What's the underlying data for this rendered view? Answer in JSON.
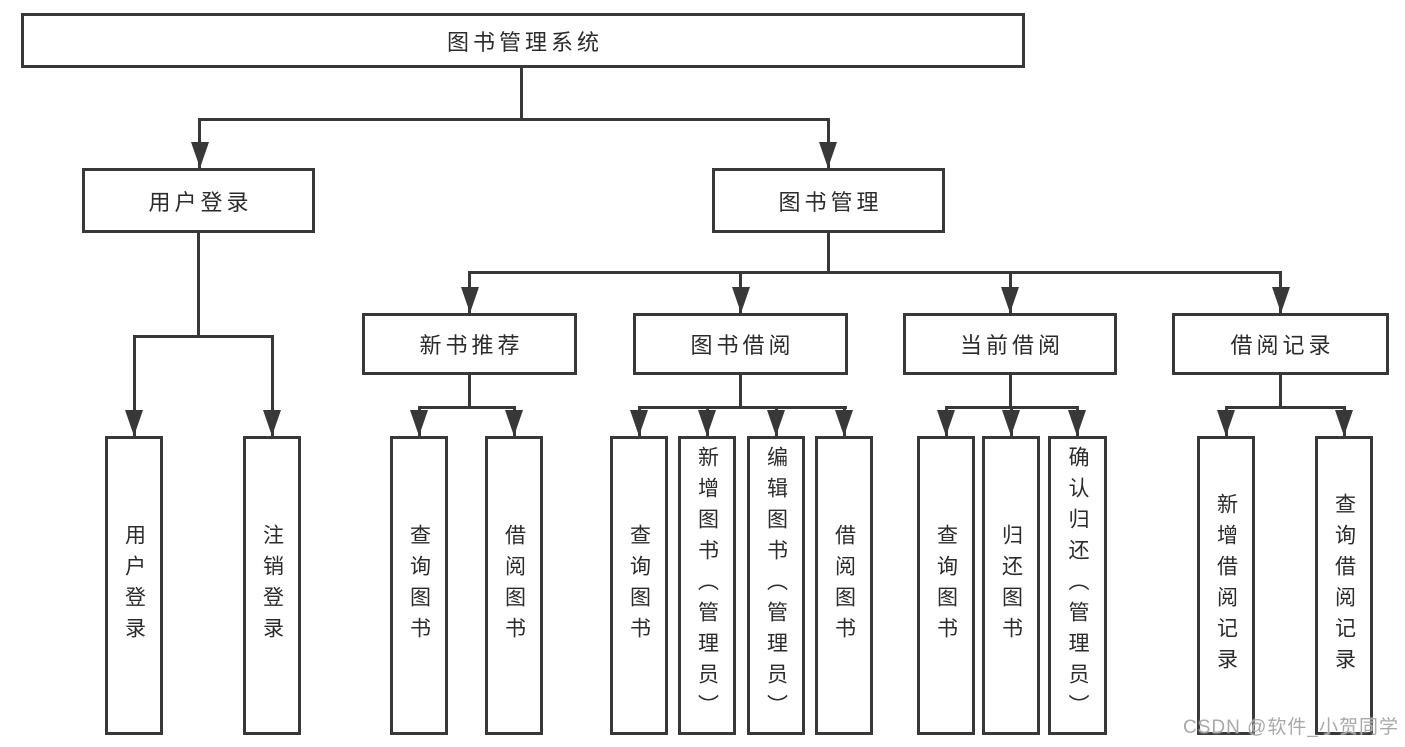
{
  "colors": {
    "line": "#383838",
    "box_border": "#383838",
    "text": "#2b2b2b",
    "watermark": "#a9a9a9",
    "canvas_bg": "#ffffff"
  },
  "watermark": {
    "text": "CSDN @软件_小贺同学"
  },
  "diagram": {
    "type": "hierarchy-tree",
    "title": "图书管理系统",
    "nodes": {
      "root": {
        "label": "图书管理系统"
      },
      "user_login": {
        "label": "用户登录"
      },
      "book_mgmt": {
        "label": "图书管理"
      },
      "new_book_rec": {
        "label": "新书推荐"
      },
      "book_borrow": {
        "label": "图书借阅"
      },
      "current_borrow": {
        "label": "当前借阅"
      },
      "borrow_records": {
        "label": "借阅记录"
      },
      "leaf_user_login": {
        "label": "用户登录"
      },
      "leaf_logout": {
        "label": "注销登录"
      },
      "leaf_rec_query_books": {
        "label": "查询图书"
      },
      "leaf_rec_borrow_books": {
        "label": "借阅图书"
      },
      "leaf_bb_query_books": {
        "label": "查询图书"
      },
      "leaf_bb_add_books": {
        "label": "新增图书（管理员）"
      },
      "leaf_bb_edit_books": {
        "label": "编辑图书（管理员）"
      },
      "leaf_bb_borrow_books": {
        "label": "借阅图书"
      },
      "leaf_cb_query_books": {
        "label": "查询图书"
      },
      "leaf_cb_return_books": {
        "label": "归还图书"
      },
      "leaf_cb_confirm_return": {
        "label": "确认归还（管理员）"
      },
      "leaf_br_add_record": {
        "label": "新增借阅记录"
      },
      "leaf_br_query_record": {
        "label": "查询借阅记录"
      }
    },
    "edges": [
      [
        "图书管理系统",
        "用户登录"
      ],
      [
        "图书管理系统",
        "图书管理"
      ],
      [
        "用户登录",
        "用户登录"
      ],
      [
        "用户登录",
        "注销登录"
      ],
      [
        "图书管理",
        "新书推荐"
      ],
      [
        "图书管理",
        "图书借阅"
      ],
      [
        "图书管理",
        "当前借阅"
      ],
      [
        "图书管理",
        "借阅记录"
      ],
      [
        "新书推荐",
        "查询图书"
      ],
      [
        "新书推荐",
        "借阅图书"
      ],
      [
        "图书借阅",
        "查询图书"
      ],
      [
        "图书借阅",
        "新增图书（管理员）"
      ],
      [
        "图书借阅",
        "编辑图书（管理员）"
      ],
      [
        "图书借阅",
        "借阅图书"
      ],
      [
        "当前借阅",
        "查询图书"
      ],
      [
        "当前借阅",
        "归还图书"
      ],
      [
        "当前借阅",
        "确认归还（管理员）"
      ],
      [
        "借阅记录",
        "新增借阅记录"
      ],
      [
        "借阅记录",
        "查询借阅记录"
      ]
    ]
  }
}
